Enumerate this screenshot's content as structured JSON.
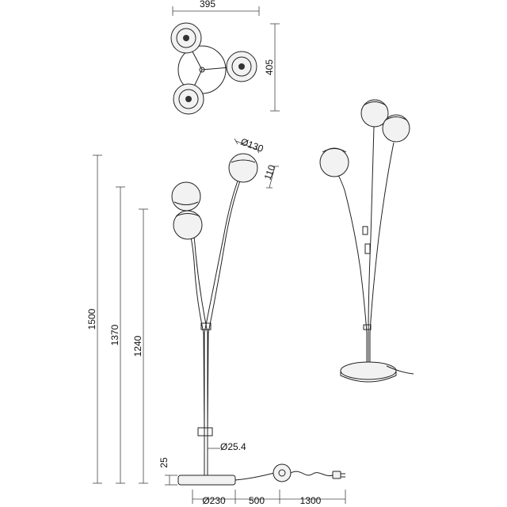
{
  "dimensions": {
    "top_width": "395",
    "top_depth": "405",
    "shade_diameter": "Ø130",
    "shade_height": "110",
    "height_total": "1500",
    "height_mid": "1370",
    "height_low": "1240",
    "base_height": "25",
    "pole_diameter": "Ø25.4",
    "base_diameter": "Ø230",
    "cable_to_switch": "500",
    "switch_to_plug": "1300"
  }
}
